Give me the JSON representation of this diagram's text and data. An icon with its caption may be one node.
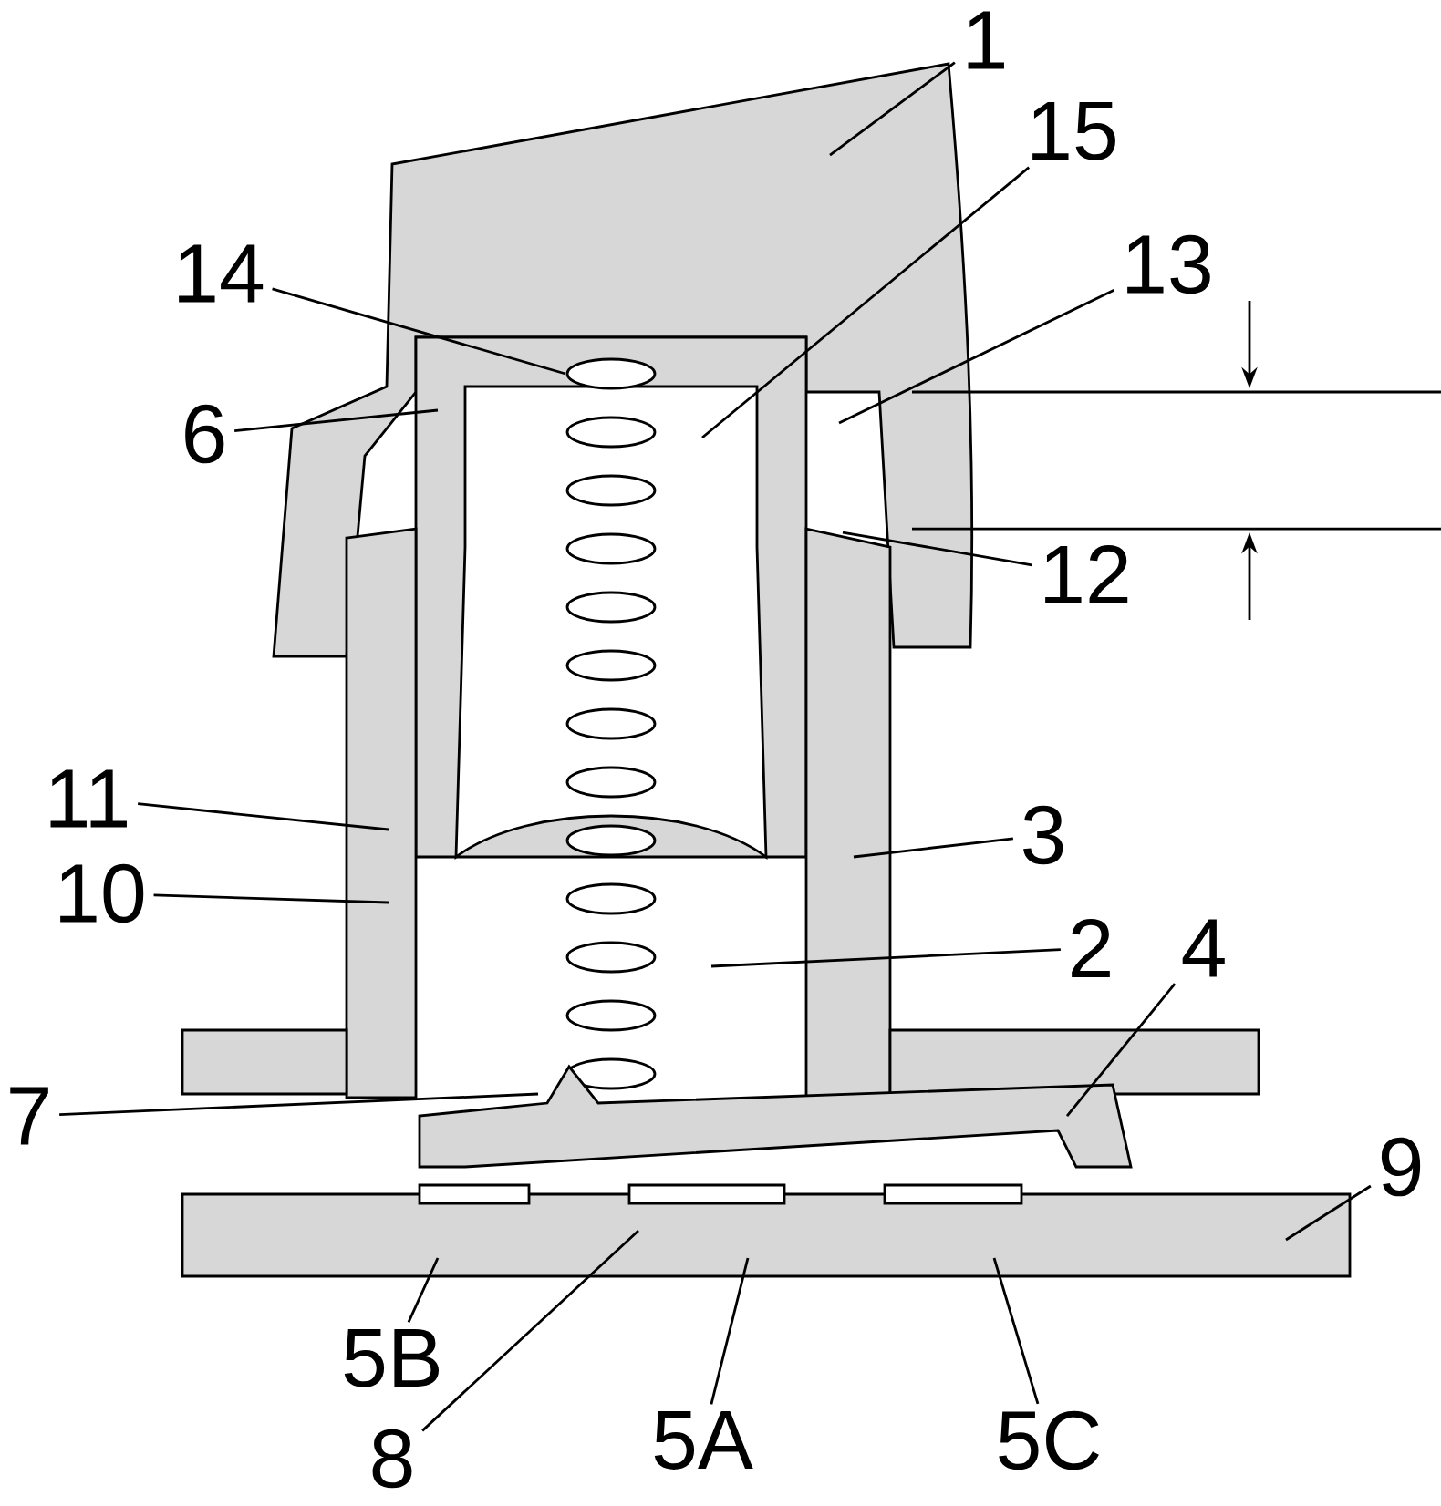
{
  "diagram": {
    "nodes": [
      {
        "text": [
          "1"
        ]
      },
      {
        "text": [
          "15"
        ]
      },
      {
        "text": [
          "14"
        ]
      },
      {
        "text": [
          "13"
        ]
      },
      {
        "text": [
          "6"
        ]
      },
      {
        "text": [
          "12"
        ]
      },
      {
        "text": [
          "11"
        ]
      },
      {
        "text": [
          "3"
        ]
      },
      {
        "text": [
          "10"
        ]
      },
      {
        "text": [
          "2"
        ]
      },
      {
        "text": [
          "4"
        ]
      },
      {
        "text": [
          "7"
        ]
      },
      {
        "text": [
          "9"
        ]
      },
      {
        "text": [
          "5B"
        ]
      },
      {
        "text": [
          "8"
        ]
      },
      {
        "text": [
          "5A"
        ]
      },
      {
        "text": [
          "5C"
        ]
      }
    ],
    "edges": [
      {
        "from": 0,
        "to": null,
        "arrow": "none"
      },
      {
        "from": 1,
        "to": null,
        "arrow": "none"
      },
      {
        "from": 2,
        "to": null,
        "arrow": "none"
      },
      {
        "from": 3,
        "to": null,
        "arrow": "none"
      },
      {
        "from": 4,
        "to": null,
        "arrow": "none"
      },
      {
        "from": 5,
        "to": null,
        "arrow": "none"
      },
      {
        "from": 6,
        "to": null,
        "arrow": "none"
      },
      {
        "from": 7,
        "to": null,
        "arrow": "none"
      },
      {
        "from": 8,
        "to": null,
        "arrow": "none"
      },
      {
        "from": 9,
        "to": null,
        "arrow": "none"
      },
      {
        "from": 10,
        "to": null,
        "arrow": "none"
      },
      {
        "from": 11,
        "to": null,
        "arrow": "none"
      },
      {
        "from": 12,
        "to": null,
        "arrow": "none"
      },
      {
        "from": 13,
        "to": null,
        "arrow": "none"
      },
      {
        "from": 14,
        "to": null,
        "arrow": "none"
      },
      {
        "from": 15,
        "to": null,
        "arrow": "none"
      },
      {
        "from": 16,
        "to": null,
        "arrow": "none"
      }
    ]
  }
}
